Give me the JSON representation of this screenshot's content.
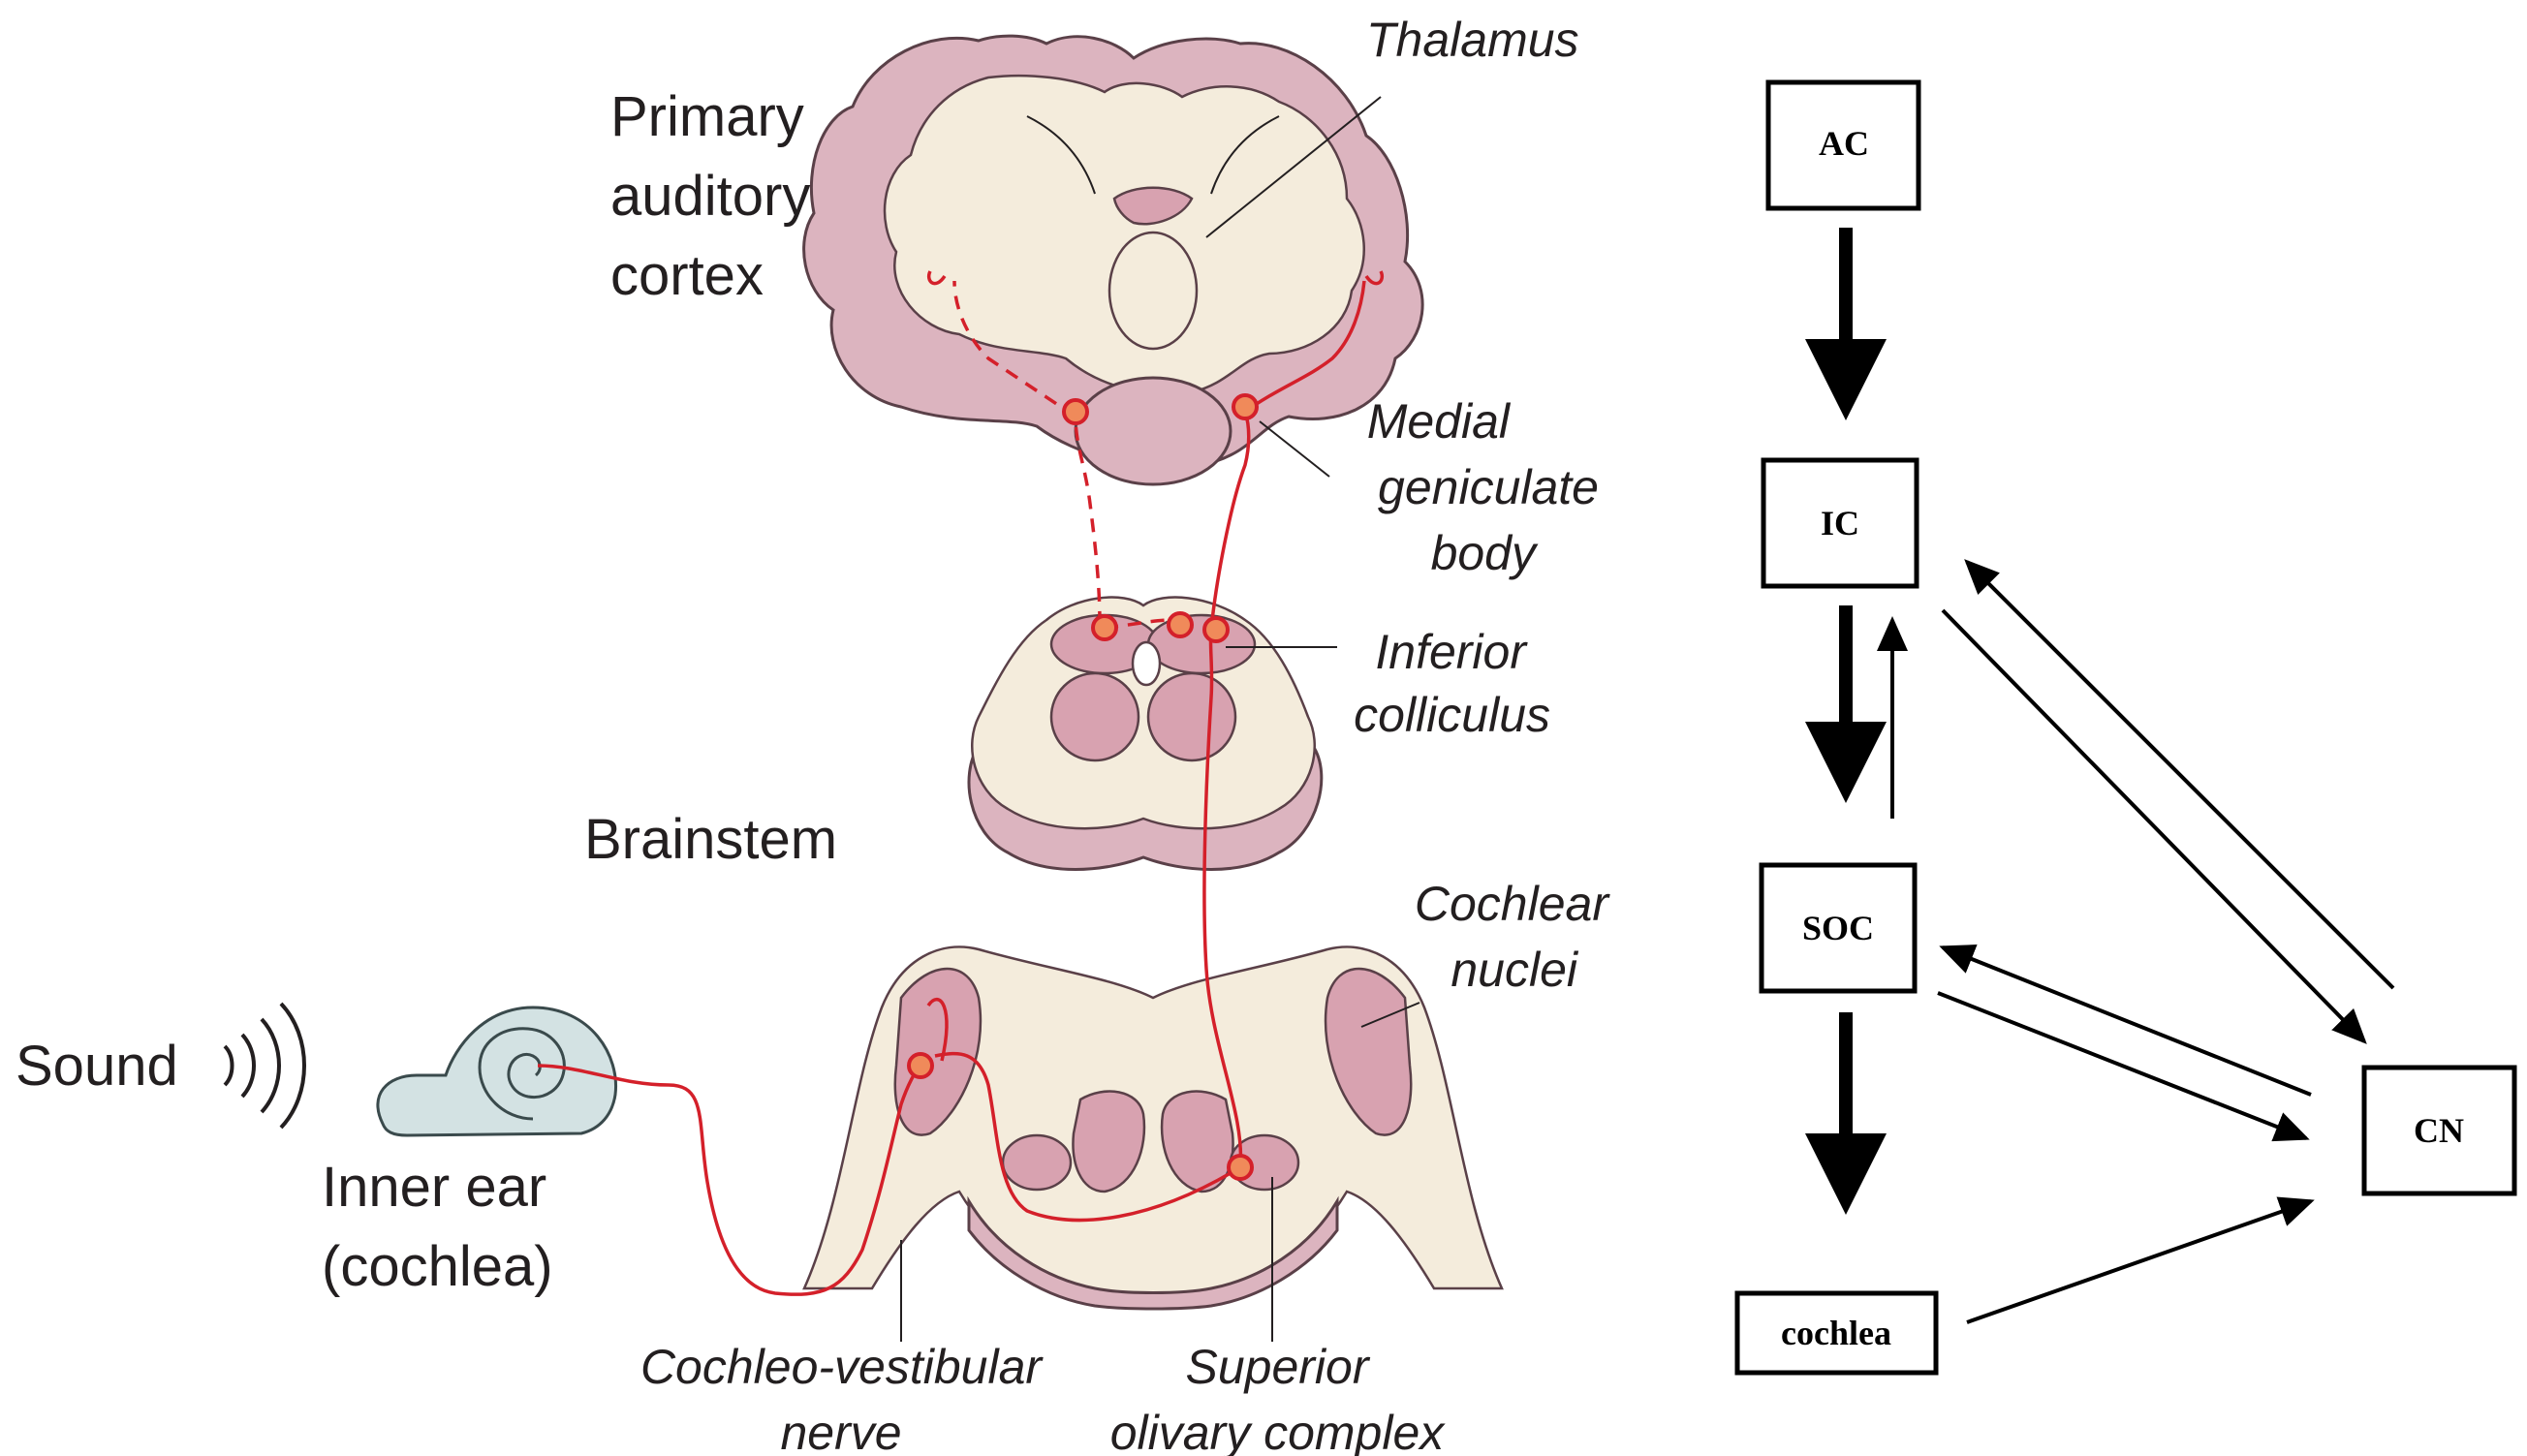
{
  "labels": {
    "primary_auditory_cortex": [
      "Primary",
      "auditory",
      "cortex"
    ],
    "thalamus": "Thalamus",
    "medial_geniculate_body": [
      "Medial",
      "geniculate",
      "body"
    ],
    "inferior_colliculus": [
      "Inferior",
      "colliculus"
    ],
    "brainstem": "Brainstem",
    "cochlear_nuclei": [
      "Cochlear",
      "nuclei"
    ],
    "sound": "Sound",
    "inner_ear": [
      "Inner ear",
      "(cochlea)"
    ],
    "cochleo_vestibular_nerve": [
      "Cochleo-vestibular",
      "nerve"
    ],
    "superior_olivary_complex": [
      "Superior",
      "olivary complex"
    ]
  },
  "flowchart": {
    "nodes": {
      "ac": "AC",
      "ic": "IC",
      "soc": "SOC",
      "cochlea": "cochlea",
      "cn": "CN"
    },
    "edges": [
      {
        "from": "AC",
        "to": "IC",
        "weight": "thick"
      },
      {
        "from": "IC",
        "to": "SOC",
        "weight": "thick"
      },
      {
        "from": "SOC",
        "to": "IC",
        "weight": "thin"
      },
      {
        "from": "SOC",
        "to": "cochlea",
        "weight": "thick"
      },
      {
        "from": "IC",
        "to": "CN",
        "weight": "thin"
      },
      {
        "from": "CN",
        "to": "IC",
        "weight": "thin"
      },
      {
        "from": "SOC",
        "to": "CN",
        "weight": "thin"
      },
      {
        "from": "CN",
        "to": "SOC",
        "weight": "thin"
      },
      {
        "from": "cochlea",
        "to": "CN",
        "weight": "thin"
      }
    ]
  },
  "colors": {
    "pathway": "#d4202a",
    "tissue": "#dcb4bf",
    "white_matter": "#f4ecdc",
    "cochlea": "#d3e2e3"
  }
}
